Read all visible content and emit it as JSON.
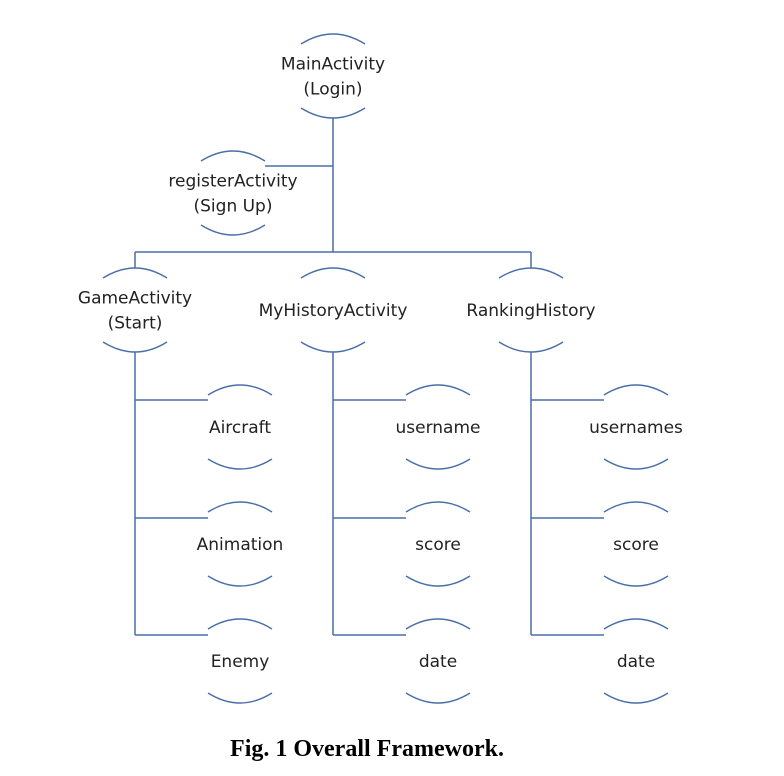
{
  "diagram": {
    "nodes": {
      "main": {
        "lines": [
          "MainActivity",
          "(Login)"
        ]
      },
      "register": {
        "lines": [
          "registerActivity",
          "(Sign Up)"
        ]
      },
      "game": {
        "lines": [
          "GameActivity",
          "(Start)"
        ]
      },
      "myhistory": {
        "lines": [
          "MyHistoryActivity"
        ]
      },
      "ranking": {
        "lines": [
          "RankingHistory"
        ]
      },
      "g1": {
        "lines": [
          "Aircraft"
        ]
      },
      "g2": {
        "lines": [
          "Animation"
        ]
      },
      "g3": {
        "lines": [
          "Enemy"
        ]
      },
      "m1": {
        "lines": [
          "username"
        ]
      },
      "m2": {
        "lines": [
          "score"
        ]
      },
      "m3": {
        "lines": [
          "date"
        ]
      },
      "r1": {
        "lines": [
          "usernames"
        ]
      },
      "r2": {
        "lines": [
          "score"
        ]
      },
      "r3": {
        "lines": [
          "date"
        ]
      }
    }
  },
  "caption": "Fig. 1 Overall Framework."
}
